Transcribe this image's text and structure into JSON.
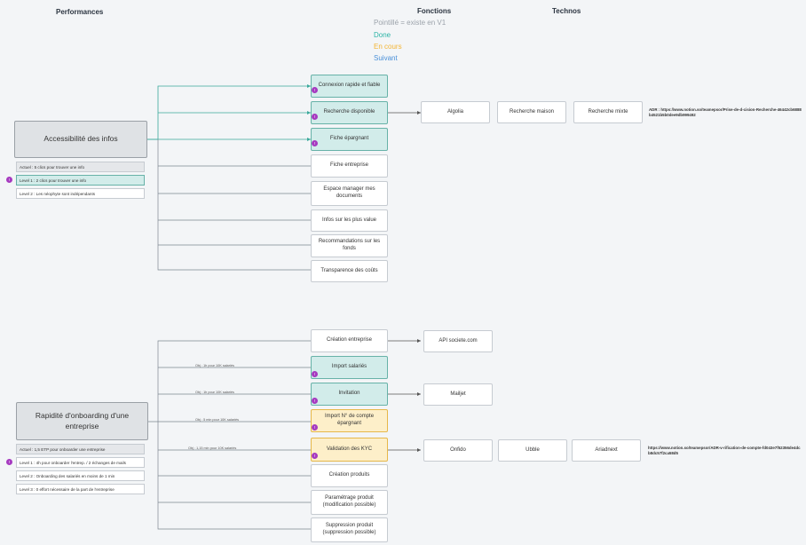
{
  "headers": {
    "performances": "Performances",
    "fonctions": "Fonctions",
    "technos": "Technos"
  },
  "legend": {
    "pointille": "Pointillé = existe en V1",
    "done": "Done",
    "en_cours": "En cours",
    "suivant": "Suivant",
    "colors": {
      "pointille": "#9ca3ab",
      "done": "#2bb3a6",
      "en_cours": "#f3b534",
      "suivant": "#4a90d9"
    }
  },
  "badge_label": "!",
  "section1": {
    "title": "Accessibilité des infos",
    "levels": [
      "Actuel : 5 clics pour trouver une info",
      "Level 1 : 2 clics pour trouver une info",
      "Level 2 : Les néophyte sont indépendants"
    ],
    "functions": [
      {
        "label": "Connexion rapide et fiable",
        "status": "done"
      },
      {
        "label": "Recherche disponible",
        "status": "done"
      },
      {
        "label": "Fiche épargnant",
        "status": "done"
      },
      {
        "label": "Fiche entreprise",
        "status": "todo"
      },
      {
        "label": "Espace manager mes documents",
        "status": "todo"
      },
      {
        "label": "Infos sur les plus value",
        "status": "todo"
      },
      {
        "label": "Recommandations sur les fonds",
        "status": "todo"
      },
      {
        "label": "Transparence des coûts",
        "status": "todo"
      }
    ],
    "technos": [
      "Algolia",
      "Recherche maison",
      "Recherche mixte"
    ],
    "adr": "ADR : https://www.notion.so/teamepsor/Prise-de-d-cision-Recherche-46442cb6888b4521b5b0dee9db999492"
  },
  "section2": {
    "title": "Rapidité d'onboarding d'une entreprise",
    "levels": [
      "Actuel : 1,5 ETP pour onboarder une entreprise",
      "Level 1 : 4h pour onboarder l'entrep. / 2 échanges de mails",
      "Level 2 : Onboarding des salariés en moins de 1 min",
      "Level 3 : 0 effort nécessaire de la part de l'entreprise"
    ],
    "functions": [
      {
        "label": "Création entreprise",
        "status": "todo",
        "edge": ""
      },
      {
        "label": "Import salariés",
        "status": "done",
        "edge": "Obj : 1h pour 10K salariés"
      },
      {
        "label": "Invitation",
        "status": "done",
        "edge": "Obj : 1h pour 10K salariés"
      },
      {
        "label": "Import N° de compte épargnant",
        "status": "progress",
        "edge": "Obj : 5 min pour 10K salariés"
      },
      {
        "label": "Validation des KYC",
        "status": "progress",
        "edge": "Obj : 1,15 min pour 10K salariés"
      },
      {
        "label": "Création produits",
        "status": "todo",
        "edge": ""
      },
      {
        "label": "Paramétrage produit (modification possible)",
        "status": "todo",
        "edge": ""
      },
      {
        "label": "Suppression produit (suppression possible)",
        "status": "todo",
        "edge": ""
      }
    ],
    "technos": {
      "creation": "API societe.com",
      "invitation": "Mailjet",
      "kyc": [
        "Onfido",
        "Ubble",
        "Ariadnext"
      ]
    },
    "adr": "https://www.notion.so/teamepsor/ADR-v-rification-de-compte-fd043e7f52356de4dcb8dc57f2ca58d5"
  }
}
